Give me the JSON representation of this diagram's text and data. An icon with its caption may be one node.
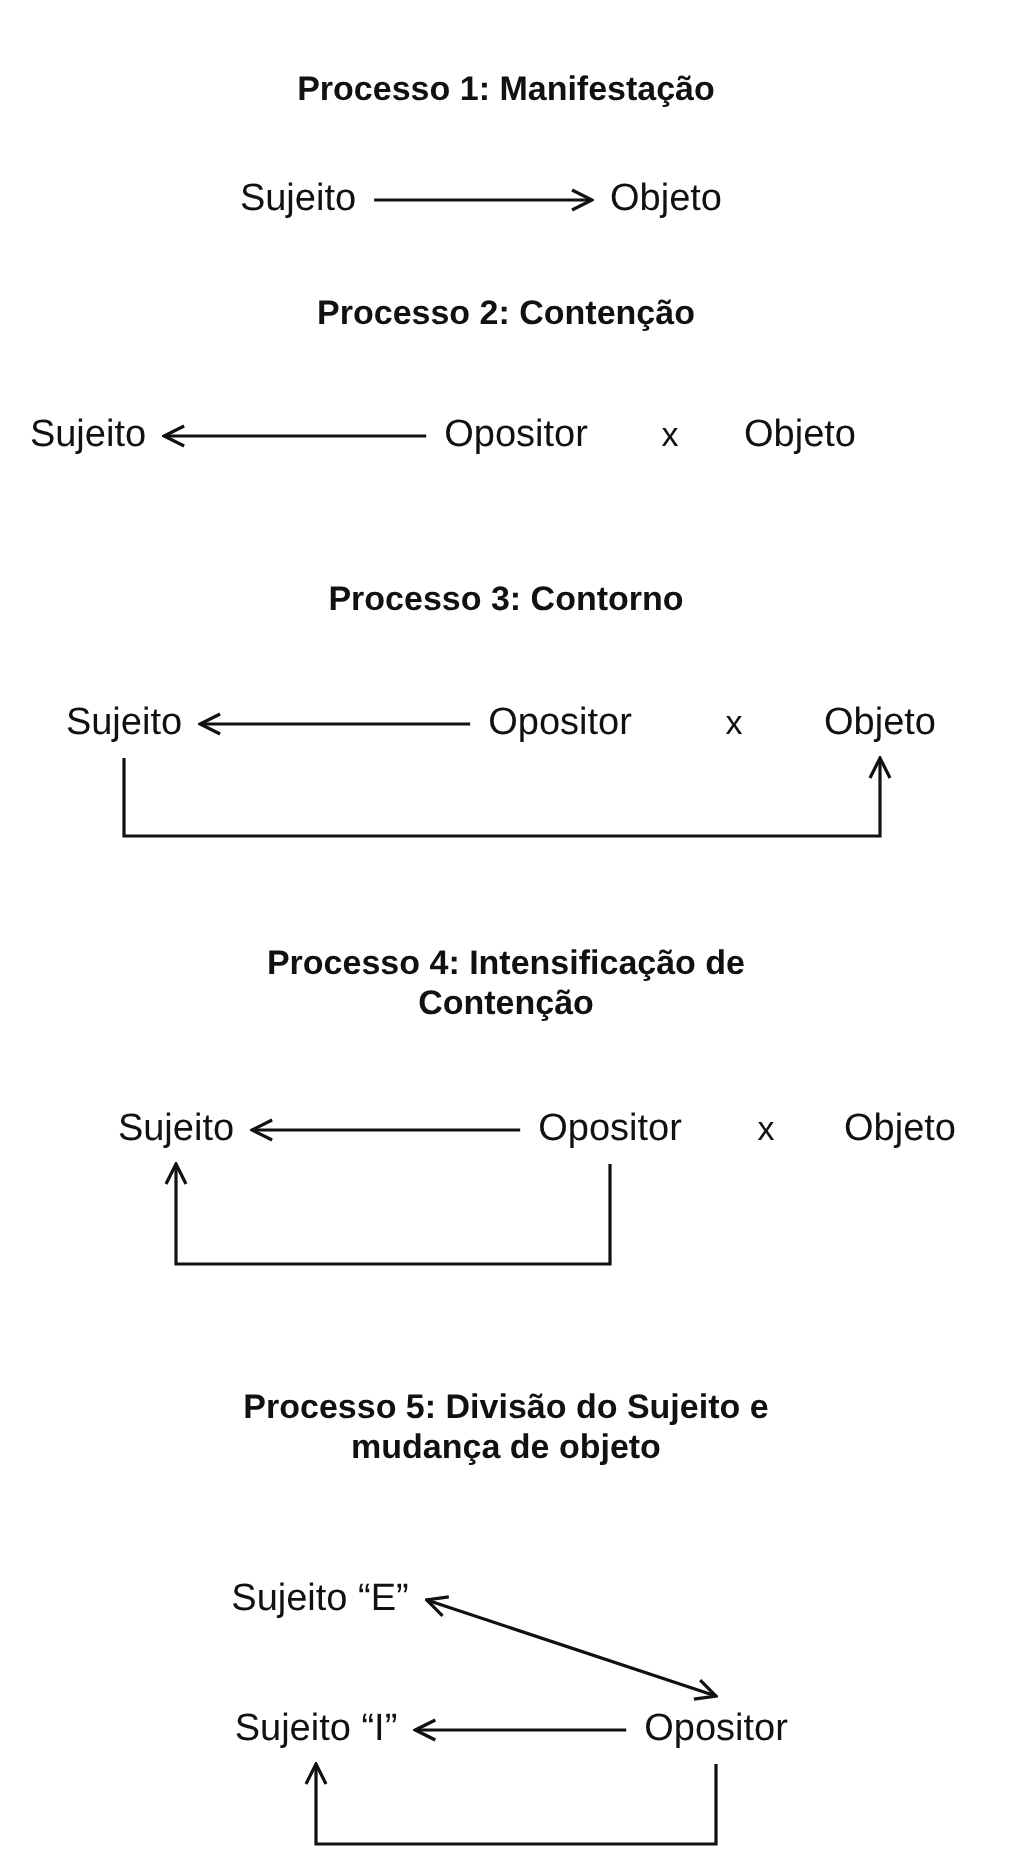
{
  "diagram": {
    "nodes": [
      {
        "text": [
          "Sujeito"
        ]
      },
      {
        "text": [
          "Objeto"
        ]
      },
      {
        "text": [
          "Sujeito"
        ]
      },
      {
        "text": [
          "Opositor"
        ]
      },
      {
        "text": [
          "Objeto"
        ]
      },
      {
        "text": [
          "Sujeito"
        ]
      },
      {
        "text": [
          "Opositor"
        ]
      },
      {
        "text": [
          "Objeto"
        ]
      },
      {
        "text": [
          "Sujeito"
        ]
      },
      {
        "text": [
          "Opositor"
        ]
      },
      {
        "text": [
          "Objeto"
        ]
      },
      {
        "text": [
          "Sujeito “E”"
        ]
      },
      {
        "text": [
          "Sujeito “I”"
        ]
      },
      {
        "text": [
          "Opositor"
        ]
      }
    ],
    "edges": [
      {
        "from": 0,
        "to": 1,
        "arrow": "to"
      },
      {
        "from": 3,
        "to": 2,
        "arrow": "to"
      },
      {
        "from": 6,
        "to": 5,
        "arrow": "to"
      },
      {
        "from": 5,
        "to": 7,
        "arrow": "to"
      },
      {
        "from": 9,
        "to": 8,
        "arrow": "to"
      },
      {
        "from": 9,
        "to": 8,
        "arrow": "to"
      },
      {
        "from": 11,
        "to": 13,
        "arrow": "both"
      },
      {
        "from": 13,
        "to": 12,
        "arrow": "to"
      },
      {
        "from": 13,
        "to": 12,
        "arrow": "to"
      }
    ],
    "labels": [
      "Processo 1: Manifestação",
      "Processo 2: Contenção",
      "x",
      "Processo 3: Contorno",
      "x",
      "Processo 4: Intensificação de Contenção",
      "x",
      "Processo 5: Divisão do Sujeito e mudança de objeto"
    ]
  }
}
